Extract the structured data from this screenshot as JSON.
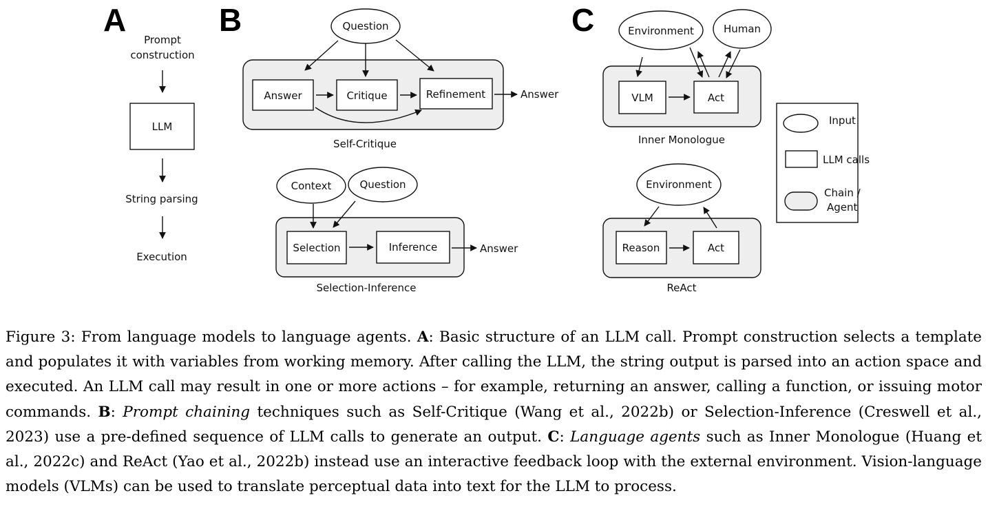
{
  "panels": {
    "a": {
      "letter": "A",
      "prompt_construction_l1": "Prompt",
      "prompt_construction_l2": "construction",
      "llm": "LLM",
      "string_parsing": "String parsing",
      "execution": "Execution"
    },
    "b": {
      "letter": "B",
      "self_critique": {
        "question": "Question",
        "answer": "Answer",
        "critique": "Critique",
        "refinement": "Refinement",
        "output": "Answer",
        "label": "Self-Critique"
      },
      "selection_inference": {
        "context": "Context",
        "question": "Question",
        "selection": "Selection",
        "inference": "Inference",
        "output": "Answer",
        "label": "Selection-Inference"
      }
    },
    "c": {
      "letter": "C",
      "inner_monologue": {
        "environment": "Environment",
        "human": "Human",
        "vlm": "VLM",
        "act": "Act",
        "label": "Inner Monologue"
      },
      "react": {
        "environment": "Environment",
        "reason": "Reason",
        "act": "Act",
        "label": "ReAct"
      }
    }
  },
  "legend": {
    "input": "Input",
    "llm_calls": "LLM calls",
    "chain_l1": "Chain /",
    "chain_l2": "Agent"
  },
  "caption": {
    "fig_label": "Figure 3:",
    "t1": " From language models to language agents. ",
    "a_label": "A",
    "t2": ": Basic structure of an LLM call. Prompt construction selects a template and populates it with variables from working memory. After calling the LLM, the string output is parsed into an action space and executed. An LLM call may result in one or more actions – for example, returning an answer, calling a function, or issuing motor commands. ",
    "b_label": "B",
    "t3": ": ",
    "b_em": "Prompt chaining",
    "t4": " techniques such as Self-Critique (Wang et al., 2022b) or Selection-Inference (Creswell et al., 2023) use a pre-defined sequence of LLM calls to generate an output. ",
    "c_label": "C",
    "t5": ": ",
    "c_em": "Language agents",
    "t6": " such as Inner Monologue (Huang et al., 2022c) and ReAct (Yao et al., 2022b) instead use an interactive feedback loop with the external environment. Vision-language models (VLMs) can be used to translate perceptual data into text for the LLM to process."
  }
}
